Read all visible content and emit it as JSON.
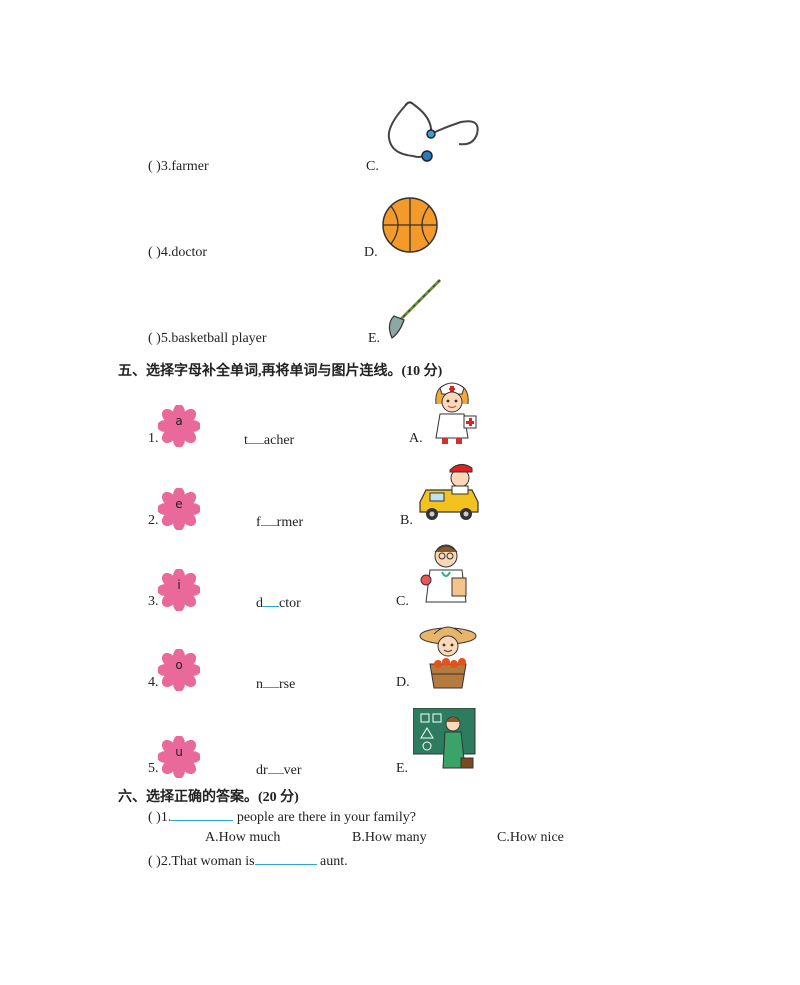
{
  "part4_rows": [
    {
      "num": "(        )3.farmer",
      "opt": "C.",
      "image": "stethoscope-icon"
    },
    {
      "num": "(        )4.doctor",
      "opt": "D.",
      "image": "basketball-icon"
    },
    {
      "num": "(        )5.basketball player",
      "opt": "E.",
      "image": "hoe-icon"
    }
  ],
  "section5": {
    "title": "五、选择字母补全单词,再将单词与图片连线。(10 分)",
    "rows": [
      {
        "letter": "a",
        "num": "1.",
        "word_pre": "t",
        "word_post": "acher",
        "opt": "A.",
        "image": "nurse-icon"
      },
      {
        "letter": "e",
        "num": "2.",
        "word_pre": "f",
        "word_post": "rmer",
        "opt": "B.",
        "image": "taxi-driver-icon"
      },
      {
        "letter": "i",
        "num": "3.",
        "word_pre": "d",
        "word_post": "ctor",
        "opt": "C.",
        "image": "doctor-icon"
      },
      {
        "letter": "o",
        "num": "4.",
        "word_pre": "n",
        "word_post": "rse",
        "opt": "D.",
        "image": "farmer-icon"
      },
      {
        "letter": "u",
        "num": "5.",
        "word_pre": "dr",
        "word_post": "ver",
        "opt": "E.",
        "image": "teacher-icon"
      }
    ]
  },
  "section6": {
    "title": "六、选择正确的答案。(20 分)",
    "q1": {
      "prefix": "(        )1.",
      "suffix": " people are there in your family?"
    },
    "q1_options": {
      "a": "A.How much",
      "b": "B.How many",
      "c": "C.How nice"
    },
    "q2": {
      "prefix": "(        )2.That woman is",
      "suffix": " aunt."
    }
  },
  "colors": {
    "flower": "#e8699a",
    "blank": "#2aa6d6"
  }
}
